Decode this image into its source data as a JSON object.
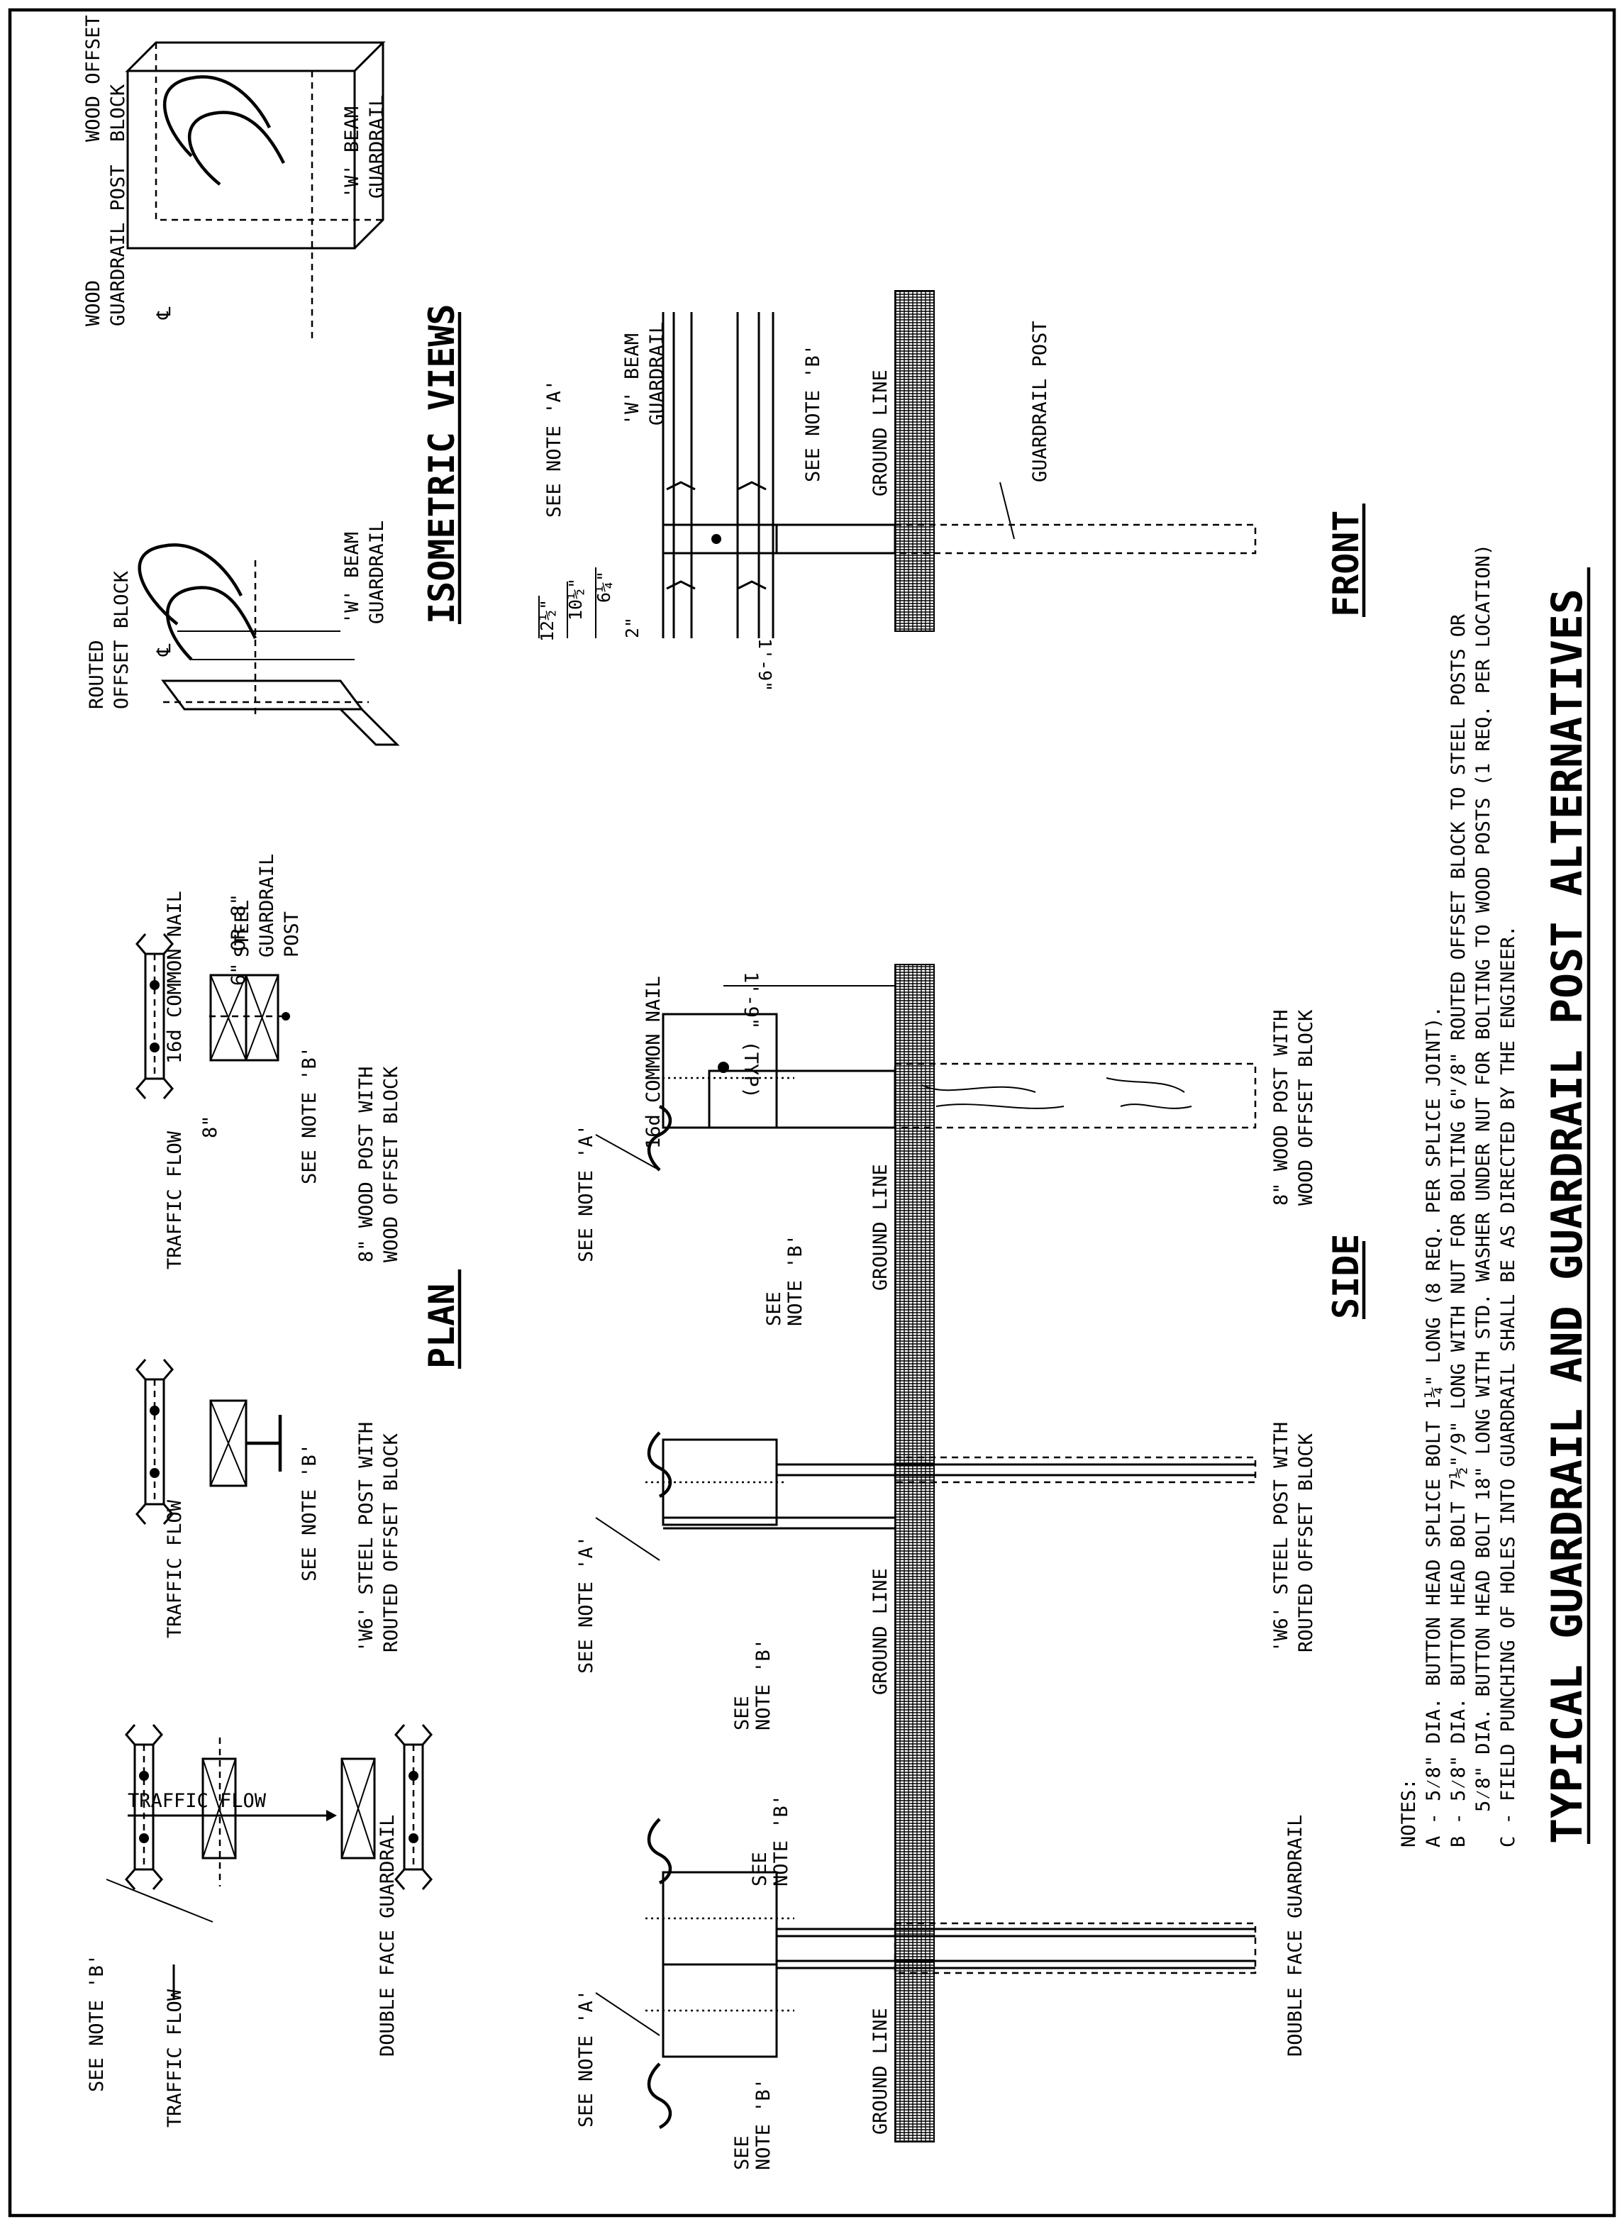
{
  "sheet": {
    "title": "TYPICAL GUARDRAIL AND GUARDRAIL POST ALTERNATIVES",
    "sections": {
      "plan": "PLAN",
      "side": "SIDE",
      "isometric": "ISOMETRIC VIEWS",
      "front": "FRONT"
    }
  },
  "plan": {
    "traffic_flow": "TRAFFIC FLOW",
    "see_note_b": "SEE NOTE 'B'",
    "double_face": "DOUBLE FACE GUARDRAIL",
    "steel_caption_1": "'W6' STEEL POST WITH",
    "steel_caption_2": "ROUTED OFFSET BLOCK",
    "wood_caption_1": "8\" WOOD POST WITH",
    "wood_caption_2": "WOOD OFFSET BLOCK",
    "common_nail": "16d COMMON NAIL",
    "dim_8": "8\"",
    "dim_6_or_8": "6\" OR 8\""
  },
  "side": {
    "see_note_a": "SEE NOTE 'A'",
    "see": "SEE",
    "note_b": "NOTE 'B'",
    "ground_line": "GROUND LINE",
    "common_nail": "16d COMMON NAIL",
    "dim_typ": "1'-9\" (TYP)",
    "double_face": "DOUBLE FACE GUARDRAIL",
    "steel_caption_1": "'W6' STEEL POST WITH",
    "steel_caption_2": "ROUTED OFFSET BLOCK",
    "wood_caption_1": "8\" WOOD POST WITH",
    "wood_caption_2": "WOOD OFFSET BLOCK"
  },
  "isometric": {
    "routed_block_1": "ROUTED",
    "routed_block_2": "OFFSET BLOCK",
    "steel_post_1": "STEEL",
    "steel_post_2": "GUARDRAIL",
    "steel_post_3": "POST",
    "w_beam_1": "'W' BEAM",
    "w_beam_2": "GUARDRAIL",
    "wood_post_1": "WOOD",
    "wood_post_2": "GUARDRAIL POST",
    "wood_block_1": "WOOD OFFSET",
    "wood_block_2": "BLOCK",
    "centerline": "℄"
  },
  "front": {
    "see_note_a": "SEE NOTE 'A'",
    "w_beam_1": "'W' BEAM",
    "w_beam_2": "GUARDRAIL",
    "see_note_b": "SEE NOTE 'B'",
    "ground_line": "GROUND LINE",
    "guardrail_post": "GUARDRAIL POST",
    "dim_12_5": "12½\"",
    "dim_10_5": "10½\"",
    "dim_6_25": "6¼\"",
    "dim_2": "2\"",
    "dim_1_9": "1'-9\""
  },
  "notes": {
    "heading": "NOTES:",
    "a": "A - 5⁄8\" DIA. BUTTON HEAD SPLICE BOLT 1¼\" LONG (8 REQ. PER SPLICE JOINT).",
    "b1": "B - 5⁄8\" DIA. BUTTON HEAD BOLT 7½\"/9\" LONG WITH NUT FOR BOLTING 6\"/8\" ROUTED OFFSET BLOCK TO STEEL POSTS OR",
    "b2": "5⁄8\" DIA. BUTTON HEAD BOLT 18\" LONG WITH STD. WASHER UNDER NUT FOR BOLTING TO WOOD POSTS (1 REQ. PER LOCATION)",
    "c": "C - FIELD PUNCHING OF HOLES INTO GUARDRAIL SHALL BE AS DIRECTED BY THE ENGINEER."
  }
}
